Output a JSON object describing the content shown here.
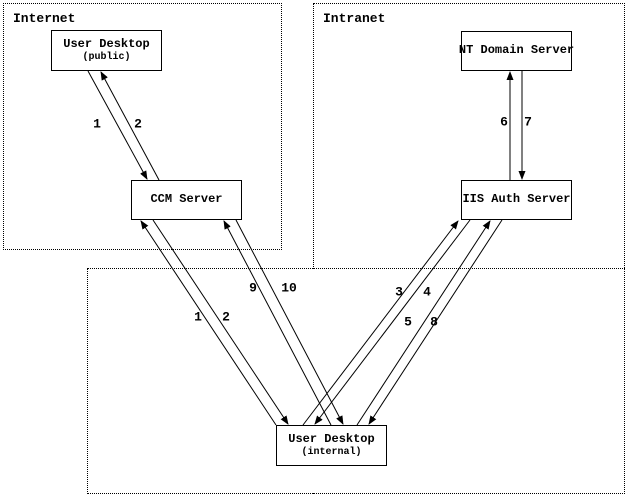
{
  "diagram": {
    "zones": {
      "internet": "Internet",
      "intranet": "Intranet"
    },
    "nodes": {
      "user_desktop_public": {
        "title": "User Desktop",
        "subtitle": "(public)"
      },
      "ccm_server": {
        "title": "CCM Server"
      },
      "nt_domain_server": {
        "title": "NT Domain Server"
      },
      "iis_auth_server": {
        "title": "IIS Auth Server"
      },
      "user_desktop_internal": {
        "title": "User Desktop",
        "subtitle": "(internal)"
      }
    },
    "flow_labels": {
      "public_desktop_ccm": [
        "1",
        "2"
      ],
      "nt_iis": [
        "6",
        "7"
      ],
      "ccm_internal_12": [
        "1",
        "2"
      ],
      "ccm_internal_910": [
        "9",
        "10"
      ],
      "iis_internal_34": [
        "3",
        "4"
      ],
      "iis_internal_58": [
        "5",
        "8"
      ]
    },
    "edges": [
      {
        "from": "user_desktop_public",
        "to": "ccm_server",
        "label": "1"
      },
      {
        "from": "ccm_server",
        "to": "user_desktop_public",
        "label": "2"
      },
      {
        "from": "iis_auth_server",
        "to": "nt_domain_server",
        "label": "6"
      },
      {
        "from": "nt_domain_server",
        "to": "iis_auth_server",
        "label": "7"
      },
      {
        "from": "user_desktop_internal",
        "to": "ccm_server",
        "label": "1"
      },
      {
        "from": "ccm_server",
        "to": "user_desktop_internal",
        "label": "2"
      },
      {
        "from": "user_desktop_internal",
        "to": "ccm_server",
        "label": "9"
      },
      {
        "from": "ccm_server",
        "to": "user_desktop_internal",
        "label": "10"
      },
      {
        "from": "user_desktop_internal",
        "to": "iis_auth_server",
        "label": "3"
      },
      {
        "from": "iis_auth_server",
        "to": "user_desktop_internal",
        "label": "4"
      },
      {
        "from": "user_desktop_internal",
        "to": "iis_auth_server",
        "label": "5"
      },
      {
        "from": "iis_auth_server",
        "to": "user_desktop_internal",
        "label": "8"
      }
    ],
    "colors": {
      "foreground": "#000000",
      "background": "#ffffff"
    }
  }
}
